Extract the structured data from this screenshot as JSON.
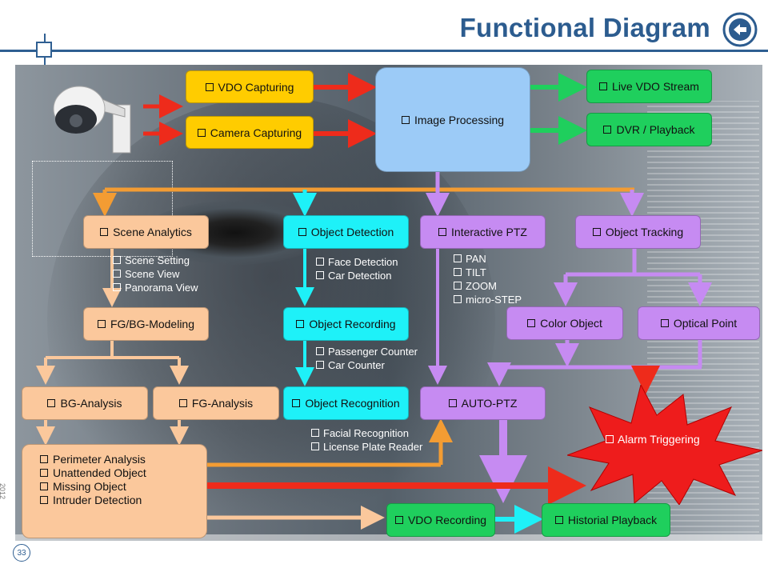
{
  "header": {
    "title": "Functional Diagram",
    "page_number": "33",
    "year": "2012"
  },
  "nodes": {
    "vdo_capturing": "VDO Capturing",
    "camera_capturing": "Camera Capturing",
    "image_processing": "Image Processing",
    "live_vdo_stream": "Live VDO Stream",
    "dvr_playback": "DVR / Playback",
    "scene_analytics": "Scene Analytics",
    "object_detection": "Object Detection",
    "interactive_ptz": "Interactive PTZ",
    "object_tracking": "Object Tracking",
    "fg_bg_modeling": "FG/BG-Modeling",
    "object_recording": "Object Recording",
    "color_object": "Color Object",
    "optical_point": "Optical Point",
    "bg_analysis": "BG-Analysis",
    "fg_analysis": "FG-Analysis",
    "object_recognition": "Object Recognition",
    "auto_ptz": "AUTO-PTZ",
    "alarm_triggering": "Alarm Triggering",
    "vdo_recording": "VDO Recording",
    "historial_playback": "Historial Playback"
  },
  "lists": {
    "scene": [
      "Scene Setting",
      "Scene View",
      "Panorama View"
    ],
    "detection": [
      "Face Detection",
      "Car Detection"
    ],
    "ptz": [
      "PAN",
      "TILT",
      "ZOOM",
      "micro-STEP"
    ],
    "recording": [
      "Passenger Counter",
      "Car Counter"
    ],
    "recognition": [
      "Facial Recognition",
      "License Plate Reader"
    ],
    "analysis": [
      "Perimeter Analysis",
      "Unattended Object",
      "Missing Object",
      "Intruder Detection"
    ]
  },
  "colors": {
    "title": "#2c5c8f",
    "yellow": "#ffcc00",
    "green": "#1fcf5d",
    "blue": "#9ccbf7",
    "peach": "#fbc89c",
    "cyan": "#1ef1f8",
    "purple": "#c68bf2",
    "orange_arrow": "#f39c33",
    "red_arrow": "#ee2b1b",
    "alarm": "#ee1c1c"
  },
  "icons": {
    "back": "back-arrow-icon",
    "camera": "camera-icon"
  }
}
